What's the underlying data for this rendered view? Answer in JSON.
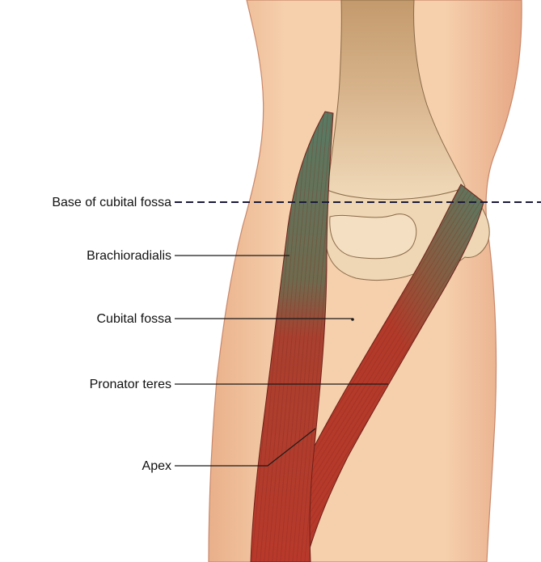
{
  "labels": {
    "base": "Base of cubital fossa",
    "brachioradialis": "Brachioradialis",
    "cubital_fossa": "Cubital fossa",
    "pronator_teres": "Pronator teres",
    "apex": "Apex"
  },
  "colors": {
    "skin": "#f3c7a0",
    "skin_edge": "#c9876a",
    "bone": "#ecd3b0",
    "bone_shadow": "#b99062",
    "muscle": "#b8392b",
    "muscle_dark": "#8e2a1f",
    "tendon": "#5f7c66",
    "leader_line": "#1a1a1a",
    "dashed_line": "#1a1a3a"
  }
}
